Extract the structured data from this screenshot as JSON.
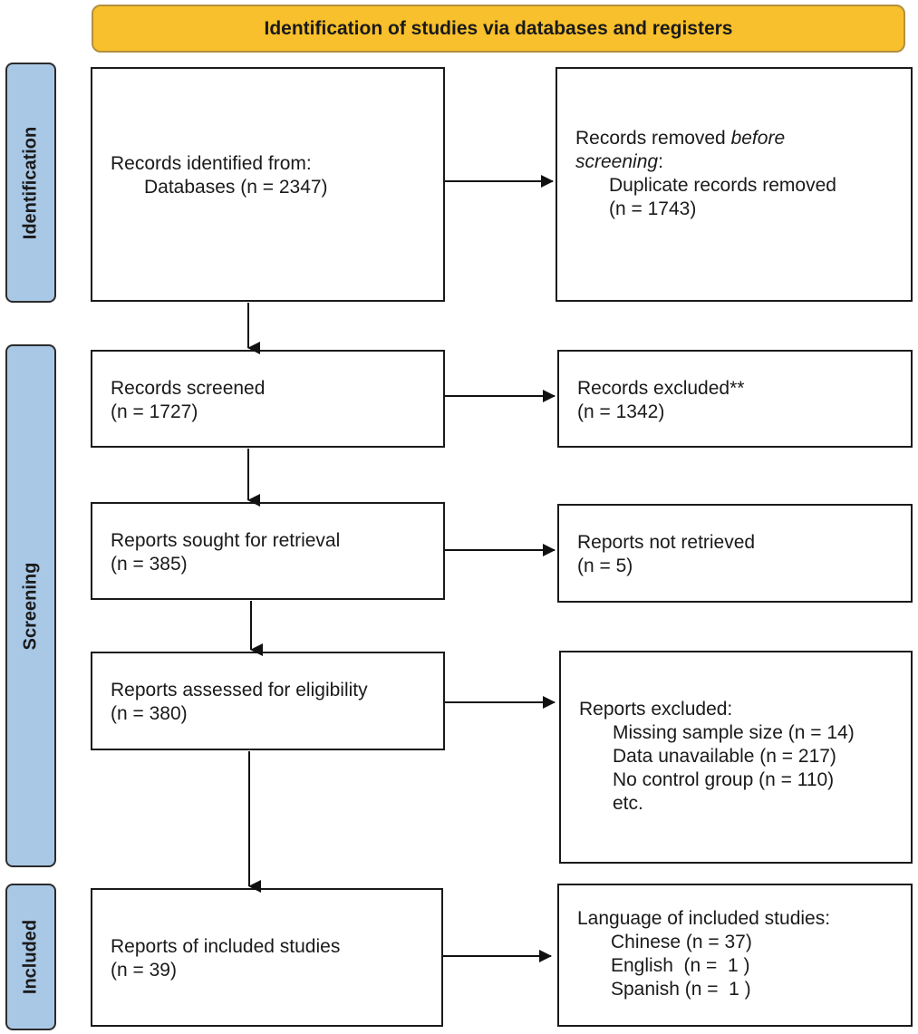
{
  "header": {
    "title": "Identification of studies via databases and registers"
  },
  "phases": {
    "identification": "Identification",
    "screening": "Screening",
    "included": "Included"
  },
  "boxes": {
    "records_identified": {
      "line1": "Records identified from:",
      "line2": "Databases (n = 2347)"
    },
    "records_removed": {
      "line1_a": "Records removed ",
      "line1_b": "before",
      "line2_a": "screening",
      "line2_b": ":",
      "line3": "Duplicate records removed",
      "line4": "(n = 1743)"
    },
    "records_screened": {
      "line1": "Records screened",
      "line2": "(n = 1727)"
    },
    "records_excluded": {
      "line1": "Records excluded**",
      "line2": "(n = 1342)"
    },
    "reports_sought": {
      "line1": "Reports sought for retrieval",
      "line2": "(n = 385)"
    },
    "reports_not_retrieved": {
      "line1": "Reports not retrieved",
      "line2": "(n = 5)"
    },
    "reports_assessed": {
      "line1": "Reports assessed for eligibility",
      "line2": "(n = 380)"
    },
    "reports_excluded": {
      "line1": "Reports excluded:",
      "items": [
        "Missing sample size (n = 14)",
        "Data unavailable (n = 217)",
        "No control group (n = 110)",
        "etc."
      ]
    },
    "reports_included": {
      "line1": "Reports of included studies",
      "line2": "(n = 39)"
    },
    "languages": {
      "line1": "Language of included studies:",
      "items": [
        "Chinese (n = 37)",
        "English  (n =  1 )",
        "Spanish (n =  1 )"
      ]
    }
  }
}
